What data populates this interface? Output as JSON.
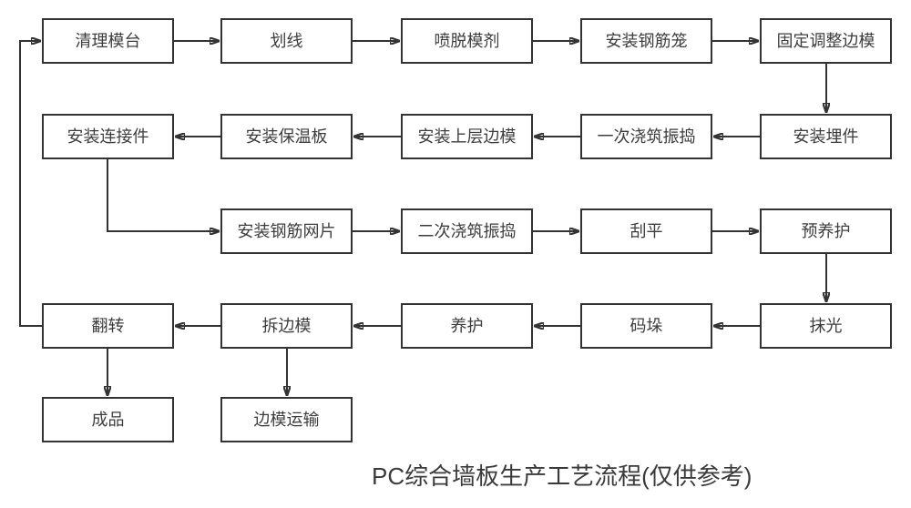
{
  "diagram": {
    "title": "PC综合墙板生产工艺流程(仅供参考)",
    "colors": {
      "box_border": "#333333",
      "box_fill": "#ffffff",
      "line": "#333333",
      "text": "#3d3d3d"
    },
    "nodes": [
      {
        "id": "clean-mold-table",
        "label": "清理模台"
      },
      {
        "id": "marking",
        "label": "划线"
      },
      {
        "id": "spray-release-agent",
        "label": "喷脱模剂"
      },
      {
        "id": "install-rebar-cage",
        "label": "安装钢筋笼"
      },
      {
        "id": "fix-adjust-side-mold",
        "label": "固定调整边模"
      },
      {
        "id": "install-embedded-parts",
        "label": "安装埋件"
      },
      {
        "id": "first-pour-vibrate",
        "label": "一次浇筑振捣"
      },
      {
        "id": "install-upper-side-mold",
        "label": "安装上层边模"
      },
      {
        "id": "install-insulation-board",
        "label": "安装保温板"
      },
      {
        "id": "install-connectors",
        "label": "安装连接件"
      },
      {
        "id": "install-rebar-mesh",
        "label": "安装钢筋网片"
      },
      {
        "id": "second-pour-vibrate",
        "label": "二次浇筑振捣"
      },
      {
        "id": "scrape-flat",
        "label": "刮平"
      },
      {
        "id": "pre-curing",
        "label": "预养护"
      },
      {
        "id": "polishing",
        "label": "抹光"
      },
      {
        "id": "stacking",
        "label": "码垛"
      },
      {
        "id": "curing",
        "label": "养护"
      },
      {
        "id": "remove-side-mold",
        "label": "拆边模"
      },
      {
        "id": "flip",
        "label": "翻转"
      },
      {
        "id": "finished-product",
        "label": "成品"
      },
      {
        "id": "side-mold-transport",
        "label": "边模运输"
      }
    ],
    "edges": [
      {
        "from": "清理模台",
        "to": "划线"
      },
      {
        "from": "划线",
        "to": "喷脱模剂"
      },
      {
        "from": "喷脱模剂",
        "to": "安装钢筋笼"
      },
      {
        "from": "安装钢筋笼",
        "to": "固定调整边模"
      },
      {
        "from": "固定调整边模",
        "to": "安装埋件"
      },
      {
        "from": "安装埋件",
        "to": "一次浇筑振捣"
      },
      {
        "from": "一次浇筑振捣",
        "to": "安装上层边模"
      },
      {
        "from": "安装上层边模",
        "to": "安装保温板"
      },
      {
        "from": "安装保温板",
        "to": "安装连接件"
      },
      {
        "from": "安装连接件",
        "to": "安装钢筋网片"
      },
      {
        "from": "安装钢筋网片",
        "to": "二次浇筑振捣"
      },
      {
        "from": "二次浇筑振捣",
        "to": "刮平"
      },
      {
        "from": "刮平",
        "to": "预养护"
      },
      {
        "from": "预养护",
        "to": "抹光"
      },
      {
        "from": "抹光",
        "to": "码垛"
      },
      {
        "from": "码垛",
        "to": "养护"
      },
      {
        "from": "养护",
        "to": "拆边模"
      },
      {
        "from": "拆边模",
        "to": "翻转"
      },
      {
        "from": "翻转",
        "to": "成品"
      },
      {
        "from": "拆边模",
        "to": "边模运输"
      },
      {
        "from": "翻转",
        "to": "清理模台"
      }
    ]
  }
}
